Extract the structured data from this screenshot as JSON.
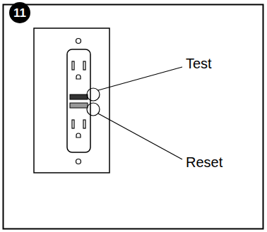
{
  "diagram": {
    "labels": [
      "11",
      "Test",
      "Reset"
    ]
  }
}
